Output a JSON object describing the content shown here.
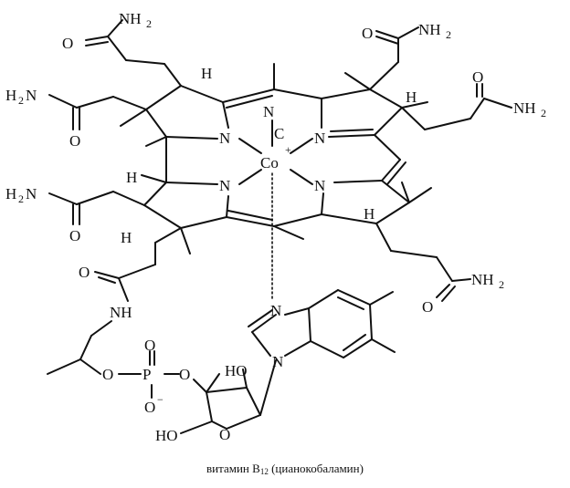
{
  "atoms": {
    "nh2": "NH",
    "h2n": "H",
    "two": "2",
    "h": "H",
    "n": "N",
    "c": "C",
    "co": "Co",
    "plus": "+",
    "o": "O",
    "nh": "NH",
    "p": "P",
    "minus": "−",
    "ho": "HO"
  },
  "caption": {
    "main": "витамин B",
    "sub": "12",
    "rest": " (цианокобаламин)"
  }
}
